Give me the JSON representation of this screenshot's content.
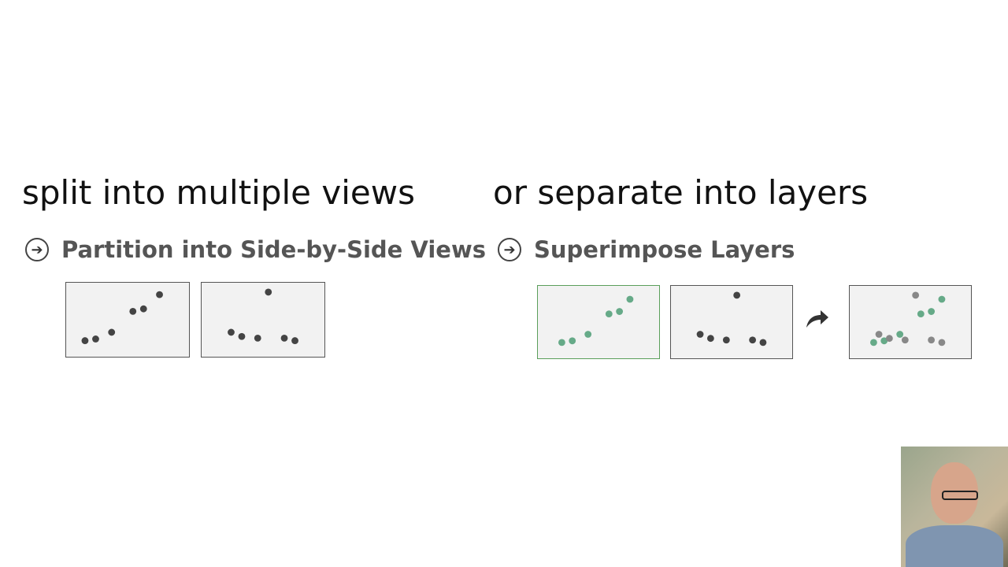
{
  "left": {
    "heading": "split into multiple views",
    "subheading": "Partition into Side-by-Side Views",
    "arrow_icon": "circled-right-arrow-icon"
  },
  "right": {
    "heading": "or separate into layers",
    "subheading": "Superimpose Layers",
    "arrow_icon": "circled-right-arrow-icon",
    "transition_icon": "curved-arrow-icon"
  },
  "colors": {
    "gray_point": "#444444",
    "green_point": "#66aa88",
    "light_gray_point": "#888888",
    "green_border": "#5a9e5a"
  },
  "chart_data": [
    {
      "type": "scatter",
      "panel": "partition-view-1",
      "x": [
        1,
        2,
        3.5,
        5.5,
        6.5,
        8
      ],
      "y": [
        1,
        1.2,
        2,
        4.5,
        4.8,
        6.5
      ],
      "xlim": [
        0,
        10
      ],
      "ylim": [
        0,
        7
      ]
    },
    {
      "type": "scatter",
      "panel": "partition-view-2",
      "x": [
        2,
        3,
        4.5,
        5.5,
        7,
        8
      ],
      "y": [
        2,
        1.5,
        1.3,
        6.8,
        1.3,
        1
      ],
      "xlim": [
        0,
        10
      ],
      "ylim": [
        0,
        7
      ]
    },
    {
      "type": "scatter",
      "panel": "layer-green",
      "x": [
        1.5,
        2.5,
        4,
        6,
        7,
        8
      ],
      "y": [
        1,
        1.2,
        2,
        4.5,
        4.8,
        6.3
      ],
      "xlim": [
        0,
        10
      ],
      "ylim": [
        0,
        7
      ]
    },
    {
      "type": "scatter",
      "panel": "layer-gray",
      "x": [
        2,
        3,
        4.5,
        5.5,
        7,
        8
      ],
      "y": [
        2,
        1.5,
        1.3,
        6.8,
        1.3,
        1
      ],
      "xlim": [
        0,
        10
      ],
      "ylim": [
        0,
        7
      ]
    },
    {
      "type": "scatter",
      "panel": "superimposed",
      "series": [
        {
          "x": [
            1.5,
            2.5,
            4,
            6,
            7,
            8
          ],
          "y": [
            1,
            1.2,
            2,
            4.5,
            4.8,
            6.3
          ],
          "color": "green"
        },
        {
          "x": [
            2,
            3,
            4.5,
            5.5,
            7,
            8
          ],
          "y": [
            2,
            1.5,
            1.3,
            6.8,
            1.3,
            1
          ],
          "color": "gray"
        }
      ],
      "xlim": [
        0,
        10
      ],
      "ylim": [
        0,
        7
      ]
    }
  ]
}
